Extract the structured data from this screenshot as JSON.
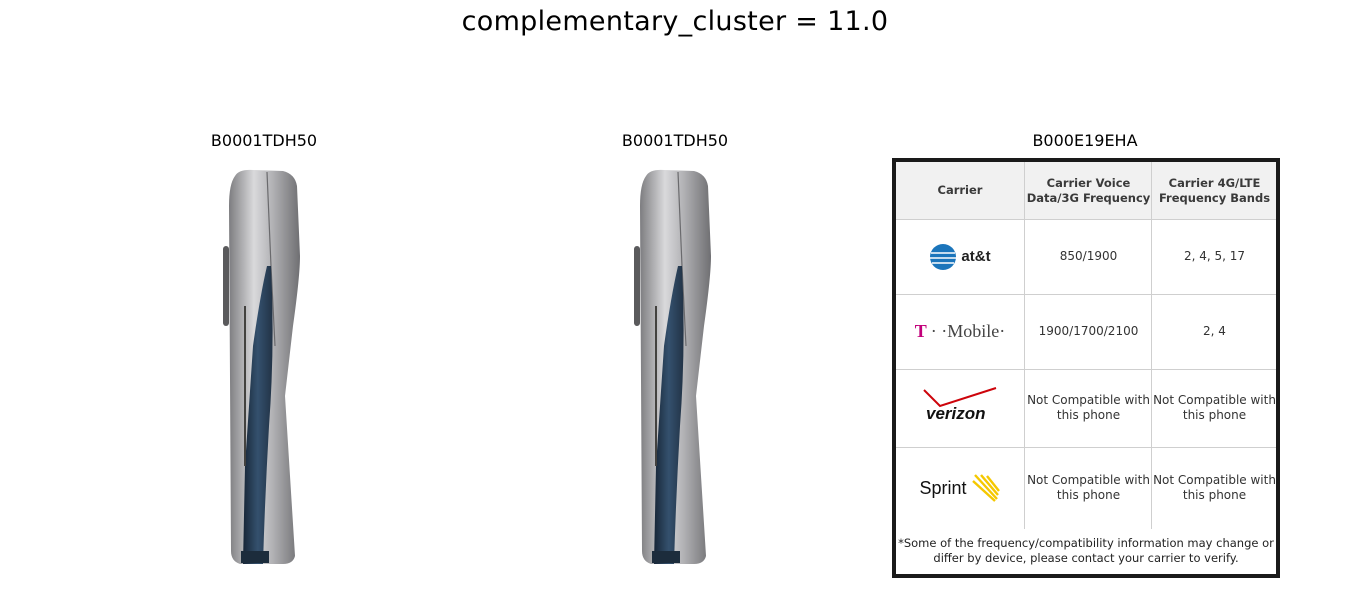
{
  "figure": {
    "title": "complementary_cluster = 11.0"
  },
  "panels": [
    {
      "title": "B0001TDH50"
    },
    {
      "title": "B0001TDH50"
    },
    {
      "title": "B000E19EHA"
    }
  ],
  "table": {
    "headers": [
      "Carrier",
      "Carrier Voice\nData/3G Frequency",
      "Carrier 4G/LTE\nFrequency Bands"
    ],
    "rows": [
      {
        "carrier": "at&t",
        "voice": "850/1900",
        "lte": "2, 4, 5, 17"
      },
      {
        "carrier_prefix": "T",
        "carrier": "· ·Mobile·",
        "voice": "1900/1700/2100",
        "lte": "2, 4"
      },
      {
        "carrier": "verizon",
        "voice": "Not Compatible with this phone",
        "lte": "Not Compatible with this phone"
      },
      {
        "carrier": "Sprint",
        "voice": "Not Compatible with this phone",
        "lte": "Not Compatible with this phone"
      }
    ],
    "footnote": "*Some of the frequency/compatibility information may change or differ by device, please contact your carrier to verify."
  },
  "colors": {
    "tmobile_magenta": "#c2007a",
    "att_blue": "#1b75bb",
    "verizon_red": "#cd040b",
    "sprint_yellow": "#f5c800"
  }
}
